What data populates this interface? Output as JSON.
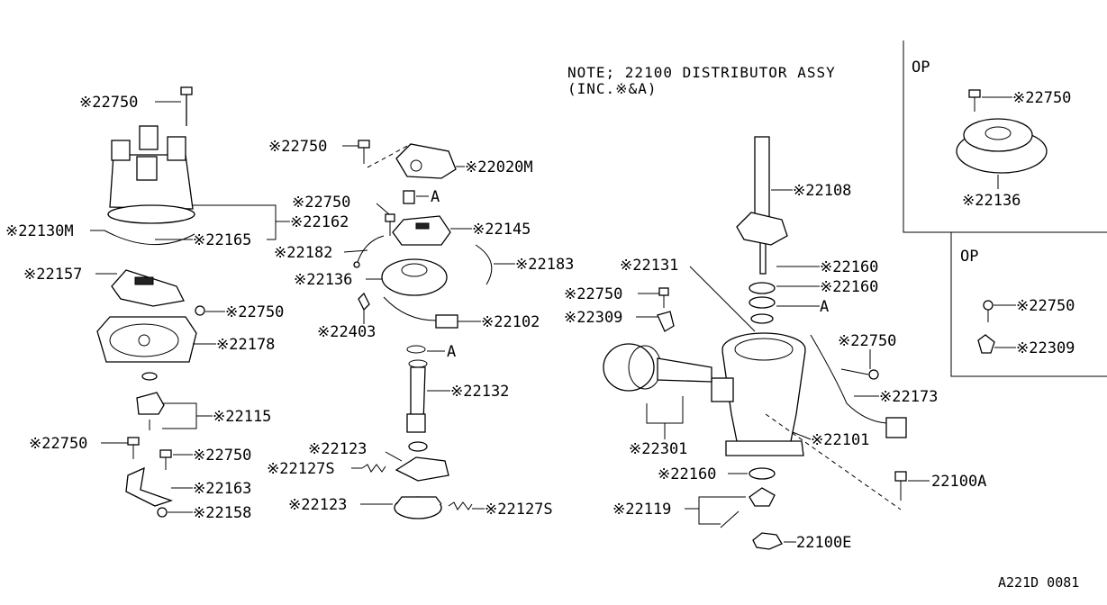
{
  "note": {
    "line1": "NOTE; 22100  DISTRIBUTOR ASSY",
    "line2": "(INC.※&A)"
  },
  "diagram_code": "A221D 0081",
  "inset_top": {
    "title": "OP",
    "labels": [
      "※22750",
      "※22136"
    ]
  },
  "inset_bottom": {
    "title": "OP",
    "labels": [
      "※22750",
      "※22309"
    ]
  },
  "labels": {
    "p22750_cap": "※22750",
    "p22130M": "※22130M",
    "p22165": "※22165",
    "p22162": "※22162",
    "p22157": "※22157",
    "p22750_rotor": "※22750",
    "p22178": "※22178",
    "p22115": "※22115",
    "p22750_a": "※22750",
    "p22750_b": "※22750",
    "p22163": "※22163",
    "p22158": "※22158",
    "p22750_c": "※22750",
    "p22020M": "※22020M",
    "p22750_d": "※22750",
    "A_1": "A",
    "p22145": "※22145",
    "p22182": "※22182",
    "p22136": "※22136",
    "p22183": "※22183",
    "p22403": "※22403",
    "p22102": "※22102",
    "A_2": "A",
    "p22132": "※22132",
    "p22123_a": "※22123",
    "p22127S_a": "※22127S",
    "p22123_b": "※22123",
    "p22127S_b": "※22127S",
    "p22108": "※22108",
    "p22131": "※22131",
    "p22160_a": "※22160",
    "p22160_b": "※22160",
    "A_3": "A",
    "p22750_e": "※22750",
    "p22309": "※22309",
    "p22750_f": "※22750",
    "p22173": "※22173",
    "p22301": "※22301",
    "p22101": "※22101",
    "p22160_c": "※22160",
    "p22100A": "22100A",
    "p22119": "※22119",
    "p22100E": "22100E"
  }
}
